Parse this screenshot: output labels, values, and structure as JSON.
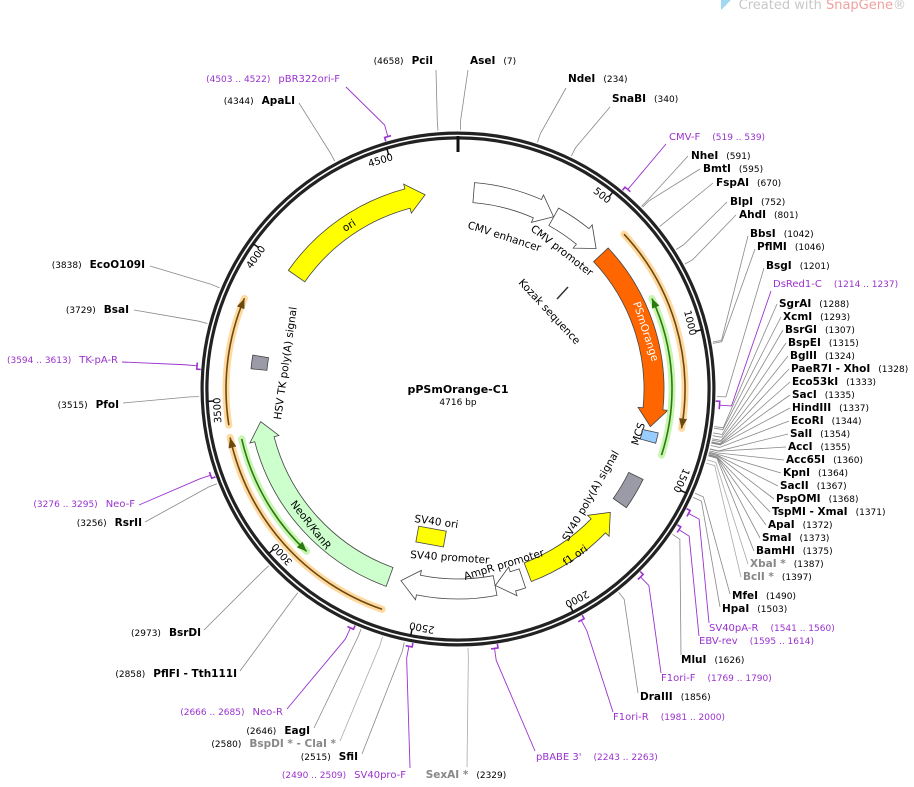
{
  "watermark": {
    "prefix": "Created with ",
    "brand": "SnapGene",
    "suffix": "®"
  },
  "plasmid": {
    "name": "pPSmOrange-C1",
    "length_label": "4716 bp",
    "length": 4716
  },
  "colors": {
    "ring": "#222222",
    "primer": "#9a32cd",
    "yellow": "#ffff00",
    "orange": "#ff6600",
    "green": "#ccffcc",
    "blue": "#99ccff",
    "grey": "#9a9ba6",
    "site_line": "#888888"
  },
  "ticks": [
    "500",
    "1000",
    "1500",
    "2000",
    "2500",
    "3000",
    "3500",
    "4000",
    "4500"
  ],
  "features": [
    {
      "name": "CMV enhancer",
      "start": 60,
      "end": 380,
      "dir": 1,
      "color": "#ffffff"
    },
    {
      "name": "CMV promoter",
      "start": 381,
      "end": 583,
      "dir": 1,
      "color": "#ffffff"
    },
    {
      "name": "Kozak sequence",
      "start": 607,
      "end": 616,
      "dir": 0,
      "color": "#000000"
    },
    {
      "name": "PSmOrange",
      "start": 613,
      "end": 1324,
      "dir": 1,
      "color": "#ff6600"
    },
    {
      "name": "MCS",
      "start": 1341,
      "end": 1380,
      "dir": 0,
      "color": "#99ccff"
    },
    {
      "name": "SV40 poly(A) signal",
      "start": 1520,
      "end": 1640,
      "dir": 0,
      "color": "#9a9ba6"
    },
    {
      "name": "f1 ori",
      "start": 1690,
      "end": 2085,
      "dir": -1,
      "color": "#ffff00"
    },
    {
      "name": "AmpR promoter",
      "start": 2112,
      "end": 2217,
      "dir": 1,
      "color": "#ffffff"
    },
    {
      "name": "SV40 promoter",
      "start": 2218,
      "end": 2575,
      "dir": 1,
      "color": "#ffffff"
    },
    {
      "name": "SV40 ori",
      "start": 2426,
      "end": 2561,
      "dir": 0,
      "color": "#ffff00"
    },
    {
      "name": "NeoR/KanR",
      "start": 2620,
      "end": 3414,
      "dir": 1,
      "color": "#ccffcc"
    },
    {
      "name": "HSV TK poly(A) signal",
      "start": 3610,
      "end": 3660,
      "dir": 0,
      "color": "#9a9ba6"
    },
    {
      "name": "ori",
      "start": 3995,
      "end": 4590,
      "dir": 1,
      "color": "#ffff00"
    }
  ],
  "sites": [
    {
      "name": "PciI",
      "pos": "4658"
    },
    {
      "name": "AseI",
      "pos": "7"
    },
    {
      "name": "NdeI",
      "pos": "234"
    },
    {
      "name": "SnaBI",
      "pos": "340"
    },
    {
      "name": "NheI",
      "pos": "591"
    },
    {
      "name": "BmtI",
      "pos": "595"
    },
    {
      "name": "FspAI",
      "pos": "670"
    },
    {
      "name": "BlpI",
      "pos": "752"
    },
    {
      "name": "AhdI",
      "pos": "801"
    },
    {
      "name": "BbsI",
      "pos": "1042"
    },
    {
      "name": "PflMI",
      "pos": "1046"
    },
    {
      "name": "BsgI",
      "pos": "1201"
    },
    {
      "name": "SgrAI",
      "pos": "1288"
    },
    {
      "name": "XcmI",
      "pos": "1293"
    },
    {
      "name": "BsrGI",
      "pos": "1307"
    },
    {
      "name": "BspEI",
      "pos": "1315"
    },
    {
      "name": "BglII",
      "pos": "1324"
    },
    {
      "name": "PaeR7I  - XhoI",
      "pos": "1328"
    },
    {
      "name": "Eco53kI",
      "pos": "1333"
    },
    {
      "name": "SacI",
      "pos": "1335"
    },
    {
      "name": "HindIII",
      "pos": "1337"
    },
    {
      "name": "EcoRI",
      "pos": "1344"
    },
    {
      "name": "SalI",
      "pos": "1354"
    },
    {
      "name": "AccI",
      "pos": "1355"
    },
    {
      "name": "Acc65I",
      "pos": "1360"
    },
    {
      "name": "KpnI",
      "pos": "1364"
    },
    {
      "name": "SacII",
      "pos": "1367"
    },
    {
      "name": "PspOMI",
      "pos": "1368"
    },
    {
      "name": "TspMI  - XmaI",
      "pos": "1371"
    },
    {
      "name": "ApaI",
      "pos": "1372"
    },
    {
      "name": "SmaI",
      "pos": "1373"
    },
    {
      "name": "BamHI",
      "pos": "1375"
    },
    {
      "name": "XbaI *",
      "pos": "1387",
      "grey": true
    },
    {
      "name": "BclI *",
      "pos": "1397",
      "grey": true
    },
    {
      "name": "MfeI",
      "pos": "1490"
    },
    {
      "name": "HpaI",
      "pos": "1503"
    },
    {
      "name": "MluI",
      "pos": "1626"
    },
    {
      "name": "DraIII",
      "pos": "1856"
    },
    {
      "name": "SexAI *",
      "pos": "2329",
      "grey": true
    },
    {
      "name": "SfiI",
      "pos": "2515"
    },
    {
      "name": "BspDI * - ClaI *",
      "pos": "2580",
      "grey": true
    },
    {
      "name": "EagI",
      "pos": "2646"
    },
    {
      "name": "PflFI  - Tth111I",
      "pos": "2858"
    },
    {
      "name": "BsrDI",
      "pos": "2973"
    },
    {
      "name": "RsrII",
      "pos": "3256"
    },
    {
      "name": "PfoI",
      "pos": "3515"
    },
    {
      "name": "BsaI",
      "pos": "3729"
    },
    {
      "name": "EcoO109I",
      "pos": "3838"
    },
    {
      "name": "ApaLI",
      "pos": "4344"
    }
  ],
  "primers": [
    {
      "name": "pBR322ori-F",
      "range": "4503 .. 4522",
      "start": 4503,
      "end": 4522
    },
    {
      "name": "CMV-F",
      "range": "519 .. 539",
      "start": 519,
      "end": 539
    },
    {
      "name": "DsRed1-C",
      "range": "1214 .. 1237",
      "start": 1214,
      "end": 1237
    },
    {
      "name": "TK-pA-R",
      "range": "3594 .. 3613",
      "start": 3594,
      "end": 3613
    },
    {
      "name": "Neo-F",
      "range": "3276 .. 3295",
      "start": 3276,
      "end": 3295
    },
    {
      "name": "SV40pA-R",
      "range": "1541 .. 1560",
      "start": 1541,
      "end": 1560
    },
    {
      "name": "EBV-rev",
      "range": "1595 .. 1614",
      "start": 1595,
      "end": 1614
    },
    {
      "name": "F1ori-F",
      "range": "1769 .. 1790",
      "start": 1769,
      "end": 1790
    },
    {
      "name": "F1ori-R",
      "range": "1981 .. 2000",
      "start": 1981,
      "end": 2000
    },
    {
      "name": "pBABE 3'",
      "range": "2243 .. 2263",
      "start": 2243,
      "end": 2263
    },
    {
      "name": "Neo-R",
      "range": "2666 .. 2685",
      "start": 2666,
      "end": 2685
    },
    {
      "name": "SV40pro-F",
      "range": "2490 .. 2509",
      "start": 2490,
      "end": 2509
    }
  ]
}
